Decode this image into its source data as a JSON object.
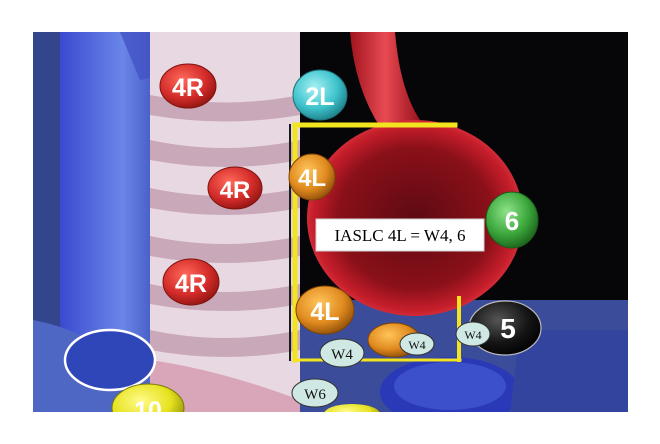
{
  "figure": {
    "colors": {
      "background_frame": "#ffffff",
      "dark_background": "#060608",
      "trachea_rings": "#ece4ec",
      "aorta_red": "#c41d2a",
      "vena_blue": "#2a39b8",
      "annotation_yellow": "#f2e41e",
      "station_red": "#d42c2a",
      "station_teal": "#3ec3cc",
      "station_orange": "#e08a1e",
      "station_green": "#3aa63a",
      "station_black": "#151515",
      "station_yellow": "#e6e21e",
      "w_label_fill": "#cfe8e4"
    },
    "nodes": [
      {
        "id": "node-4r-upper",
        "label": "4R",
        "color": "red"
      },
      {
        "id": "node-2l",
        "label": "2L",
        "color": "teal"
      },
      {
        "id": "node-4l-upper",
        "label": "4L",
        "color": "orange"
      },
      {
        "id": "node-4r-middle",
        "label": "4R",
        "color": "red"
      },
      {
        "id": "node-6",
        "label": "6",
        "color": "green"
      },
      {
        "id": "node-4r-lower",
        "label": "4R",
        "color": "red"
      },
      {
        "id": "node-4l-lower",
        "label": "4L",
        "color": "orange"
      },
      {
        "id": "node-5",
        "label": "5",
        "color": "black"
      },
      {
        "id": "node-10",
        "label": "10",
        "color": "yellow"
      }
    ],
    "w_labels": [
      {
        "id": "w4-left",
        "label": "W4"
      },
      {
        "id": "w4-middle",
        "label": "W4"
      },
      {
        "id": "w4-right",
        "label": "W4"
      },
      {
        "id": "w6",
        "label": "W6"
      }
    ],
    "callout": "IASLC 4L = W4, 6"
  }
}
